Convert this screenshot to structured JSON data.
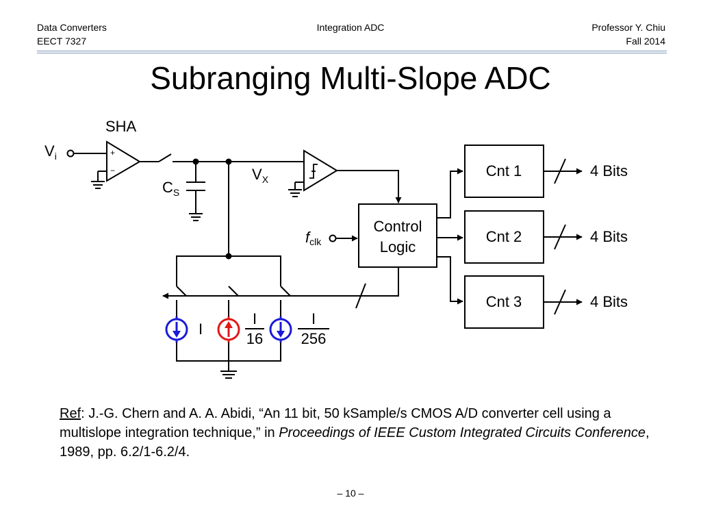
{
  "header": {
    "left_line1": "Data Converters",
    "left_line2": "EECT 7327",
    "center": "Integration ADC",
    "right_line1": "Professor Y. Chiu",
    "right_line2": "Fall 2014"
  },
  "title": "Subranging Multi-Slope ADC",
  "diagram": {
    "sha_label": "SHA",
    "vi_main": "V",
    "vi_sub": "i",
    "cs_main": "C",
    "cs_sub": "S",
    "vx_main": "V",
    "vx_sub": "X",
    "fclk_main": "f",
    "fclk_sub": "clk",
    "control_line1": "Control",
    "control_line2": "Logic",
    "counters": [
      "Cnt 1",
      "Cnt 2",
      "Cnt 3"
    ],
    "bits": [
      "4 Bits",
      "4 Bits",
      "4 Bits"
    ],
    "current_labels": {
      "i": "I",
      "i16_num": "I",
      "i16_den": "16",
      "i256_num": "I",
      "i256_den": "256"
    },
    "opamp_plus": "+",
    "opamp_minus": "−",
    "colors": {
      "blue_source": "#1a1ad8",
      "red_source": "#e01818",
      "line": "#000000"
    }
  },
  "reference": {
    "label": "Ref",
    "text1": ":  J.-G. Chern and A. A. Abidi, “An 11 bit, 50 kSample/s CMOS A/D converter cell using a multislope integration technique,” in ",
    "italic": "Proceedings of IEEE Custom Integrated Circuits Conference",
    "text2": ", 1989, pp. 6.2/1-6.2/4."
  },
  "footer": "– 10 –"
}
